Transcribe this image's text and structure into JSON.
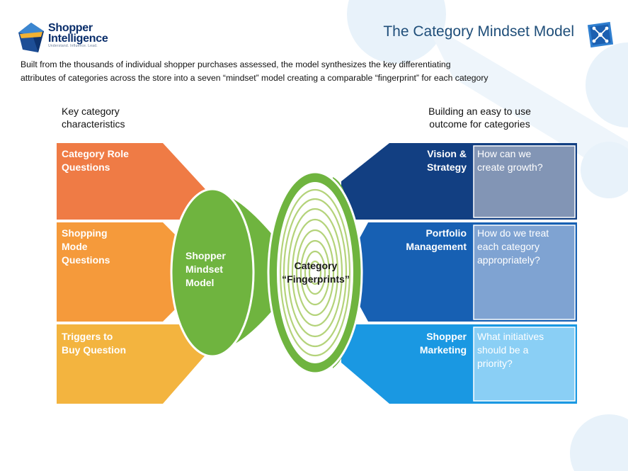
{
  "logo": {
    "name_line1": "Shopper",
    "name_line2": "Intelligence",
    "tagline": "Understand. Influence. Lead."
  },
  "title": "The Category Mindset Model",
  "intro": {
    "line1": "Built from the  thousands of individual shopper purchases assessed, the model synthesizes the key differentiating",
    "line2": "attributes of categories across the store into a seven “mindset” model creating a comparable  “fingerprint” for  each category"
  },
  "left_heading": {
    "line1": "Key category",
    "line2": "characteristics"
  },
  "right_heading": {
    "line1": "Building  an easy to use",
    "line2": "outcome  for categories"
  },
  "left_blocks": [
    {
      "label": "Category Role Questions",
      "lines": [
        "Category Role",
        "Questions"
      ],
      "color": "#ef7b45"
    },
    {
      "label": "Shopping Mode Questions",
      "lines": [
        "Shopping",
        "Mode",
        "Questions"
      ],
      "color": "#f59a3b"
    },
    {
      "label": "Triggers to Buy Question",
      "lines": [
        "Triggers  to",
        "Buy Question"
      ],
      "color": "#f3b43f"
    }
  ],
  "center_left": {
    "lines": [
      "Shopper",
      "Mindset",
      "Model"
    ],
    "color": "#6fb43f"
  },
  "center": {
    "line1": "Category",
    "line2": "“Fingerprints”",
    "ring_color": "#6fb43f"
  },
  "right_blocks": [
    {
      "label_lines": [
        "Vision  &",
        "Strategy"
      ],
      "question_lines": [
        "How can we",
        "create growth?"
      ],
      "color": "#123f82",
      "box_color": "#8295b5"
    },
    {
      "label_lines": [
        "Portfolio",
        "Management"
      ],
      "question_lines": [
        "How do we treat",
        "each category",
        "appropriately?"
      ],
      "color": "#1760b3",
      "box_color": "#7fa3d2"
    },
    {
      "label_lines": [
        "Shopper",
        "Marketing"
      ],
      "question_lines": [
        "What initiatives",
        "should  be  a",
        "priority?"
      ],
      "color": "#1a98e2",
      "box_color": "#8acff5"
    }
  ]
}
